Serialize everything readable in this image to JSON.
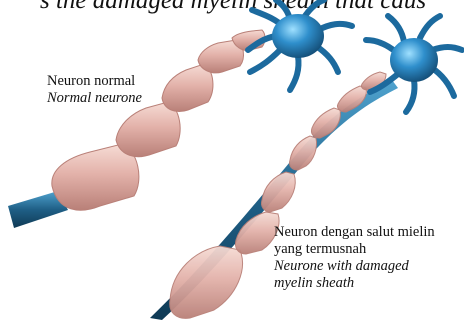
{
  "caption": {
    "text": "s the damaged myelin sheath that caus"
  },
  "labels": {
    "normal": {
      "line1": "Neuron normal",
      "line2": "Normal neurone"
    },
    "damaged": {
      "line1": "Neuron dengan salut mielin",
      "line2": "yang termusnah",
      "line3": "Neurone with damaged",
      "line4": "myelin sheath"
    }
  },
  "colors": {
    "axon": "#1f5f86",
    "axon_highlight": "#4fa3cf",
    "myelin": "#e3b2aa",
    "myelin_edge": "#b98078",
    "neuron_body": "#2f8fcc",
    "neuron_highlight": "#8fd3f5"
  }
}
